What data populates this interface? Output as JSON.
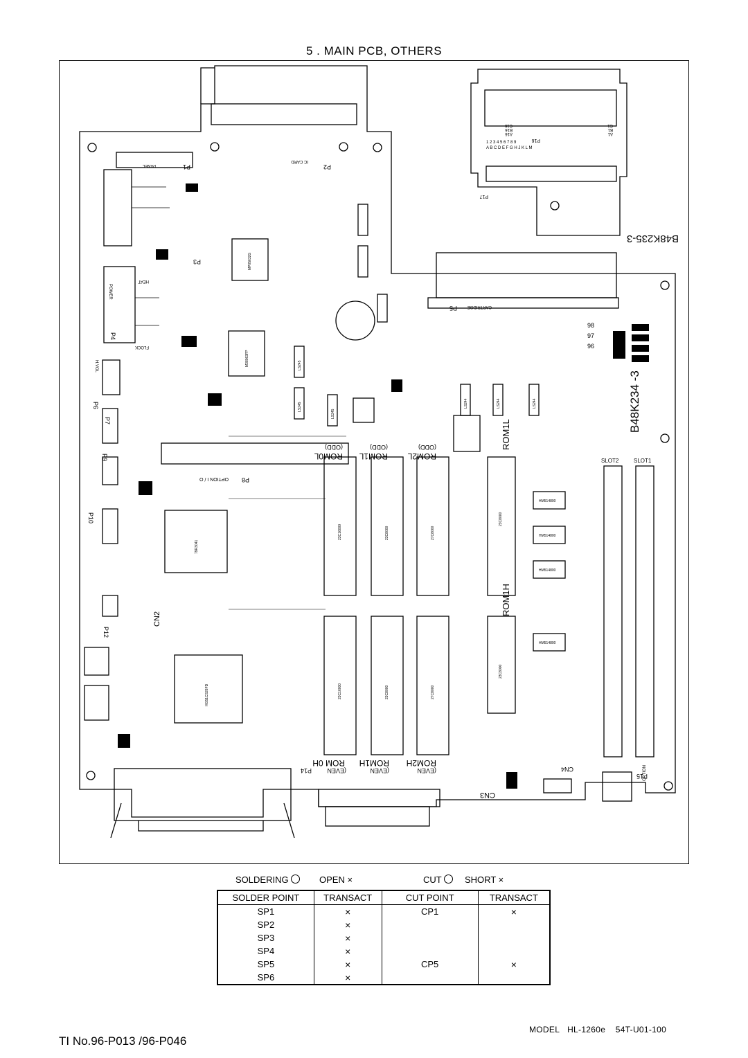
{
  "page_title": "5 . MAIN PCB, OTHERS",
  "board": {
    "labels": [
      "ROM1L",
      "ROM1H",
      "ROM0L",
      "ROM1L",
      "ROM2L",
      "(ODD)",
      "(ODD)",
      "(ODD)",
      "ROM 0H",
      "ROM1H",
      "ROM2H",
      "(EVEN",
      "(EVEN",
      "(EVEN",
      "CN2",
      "CN3",
      "CN4",
      "SLOT1",
      "SLOT2",
      "P8",
      "OPTION I / O",
      "P5",
      "CARTRIDGE",
      "HEAT",
      "POWER",
      "H.VOL",
      "FLOCK",
      "PANEL",
      "IC CARD",
      "P3",
      "P4",
      "P6",
      "P7",
      "P9",
      "P10",
      "P12",
      "P14",
      "P15",
      "OPTION",
      "P2",
      "P1"
    ],
    "connector_id_main": "B48K234 -3",
    "connector_id_edge": "B48K235-3",
    "ic_markings": [
      "23C16000",
      "23C8000",
      "27C8000",
      "23C16000",
      "23C8000",
      "27C8000",
      "23C8000",
      "23C8000",
      "HM514800",
      "HM514800",
      "HM514800",
      "HM514800",
      "HG51CS26FD",
      "79R3041",
      "M38063FP",
      "MP05632G",
      "LS245",
      "LS245",
      "LS245",
      "LS244",
      "LS244",
      "LS244"
    ],
    "edge_pins": [
      "98",
      "97",
      "96"
    ],
    "edge_rows": [
      "A B C D E F G H J K L M",
      "1 2 3 4 5 6 7 8 9"
    ],
    "pin_refs": [
      "A16",
      "B16",
      "C16",
      "A1",
      "B1",
      "C1",
      "P16",
      "P17"
    ]
  },
  "legend": {
    "soldering_label": "SOLDERING",
    "open_label": "OPEN",
    "cut_label": "CUT",
    "short_label": "SHORT"
  },
  "table": {
    "headers": [
      "SOLDER POINT",
      "TRANSACT",
      "CUT POINT",
      "TRANSACT"
    ],
    "rows": [
      {
        "solder": "SP1",
        "solder_mark": "×",
        "cut": "CP1",
        "cut_mark": "×"
      },
      {
        "solder": "SP2",
        "solder_mark": "×",
        "cut": "",
        "cut_mark": ""
      },
      {
        "solder": "SP3",
        "solder_mark": "×",
        "cut": "",
        "cut_mark": ""
      },
      {
        "solder": "SP4",
        "solder_mark": "×",
        "cut": "",
        "cut_mark": ""
      },
      {
        "solder": "SP5",
        "solder_mark": "×",
        "cut": "CP5",
        "cut_mark": "×"
      },
      {
        "solder": "SP6",
        "solder_mark": "×",
        "cut": "",
        "cut_mark": ""
      }
    ]
  },
  "footer": {
    "model_label": "MODEL",
    "model": "HL-1260e",
    "doc_code": "54T-U01-100",
    "ti_number": "TI No.96-P013 /96-P046"
  }
}
